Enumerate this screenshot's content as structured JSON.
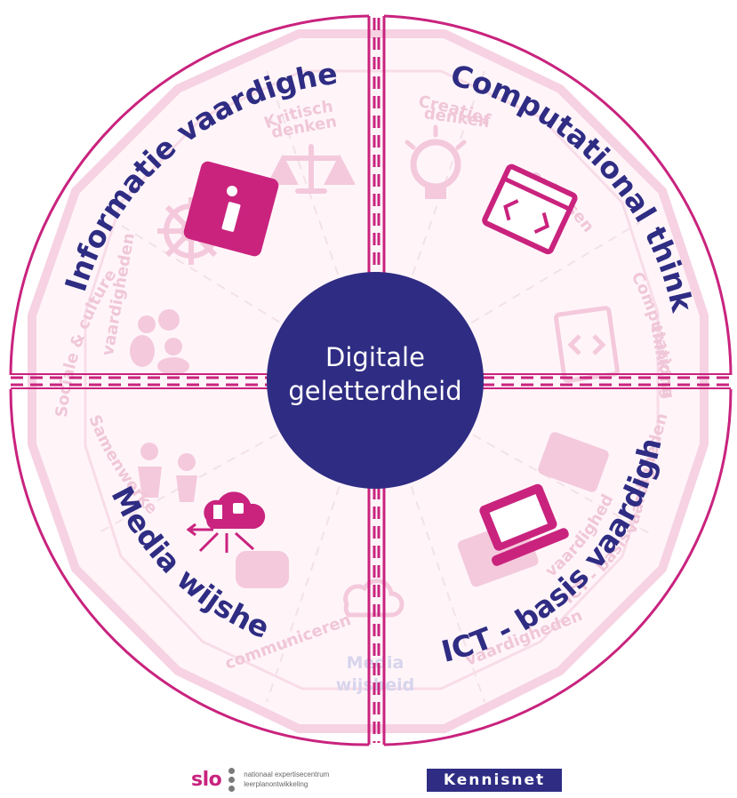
{
  "center": {
    "line1": "Digitale",
    "line2": "geletterdheid"
  },
  "quadrants": {
    "informatie": "Informatie vaardigheden",
    "computational": "Computational thinking",
    "media": "Media wijsheid",
    "ict": "ICT - basis vaardigheden"
  },
  "faded_labels": {
    "kritisch_1": "Kritisch",
    "kritisch_2": "denken",
    "creatief_1": "Creatief",
    "creatief_2": "denken",
    "oplossen": "oplossen",
    "computational_1": "Computational",
    "computational_2": "thinking",
    "sociale_1": "Sociale & culturele",
    "sociale_2": "vaardigheden",
    "samenwerken": "Samenwerken",
    "communiceren": "communiceren",
    "media_1": "Media",
    "media_2": "wijsheid",
    "ict_1": "ICT - basis",
    "ict_2": "vaardigheden",
    "ict_3": "vaardigheden",
    "ict_4": "vaardigheden"
  },
  "logos": {
    "slo": "slo",
    "slo_line1": "nationaal expertisecentrum",
    "slo_line2": "leerplanontwikkeling",
    "kennisnet": "Kennisnet"
  },
  "colors": {
    "magenta": "#c9237e",
    "navy": "#2f2c83",
    "faded": "#f4c9dc"
  },
  "icons": [
    "info-icon",
    "code-window-icon",
    "cloud-network-icon",
    "laptop-icon",
    "scales-icon",
    "lightbulb-icon",
    "ship-wheel-icon",
    "people-icon"
  ]
}
